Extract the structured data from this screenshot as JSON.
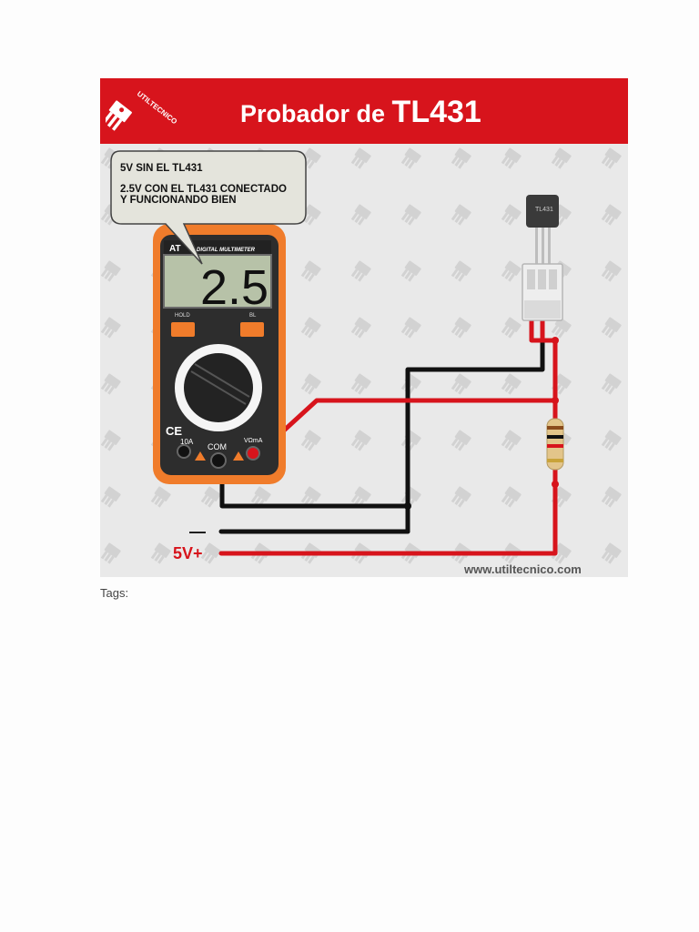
{
  "banner": {
    "title_prefix": "Probador de",
    "title_part": "TL431",
    "logo_text": "UTILTECNICO",
    "bg_color": "#d7141c"
  },
  "bubble": {
    "line1": "5V SIN EL TL431",
    "line2": "2.5V CON EL TL431 CONECTADO",
    "line3": "Y FUNCIONANDO BIEN"
  },
  "multimeter": {
    "brand": "AT",
    "model_label": "DIGITAL MULTIMETER",
    "display_value": "2.5",
    "hold_label": "HOLD",
    "bl_label": "BL",
    "com_label": "COM",
    "amp_label": "10A",
    "vohm_label": "VΩmA",
    "ce_label": "CE",
    "body_color": "#f07c2b"
  },
  "component": {
    "label": "TL431"
  },
  "supply": {
    "negative_label": "—",
    "positive_label": "5V+"
  },
  "watermark": {
    "url": "www.utiltecnico.com"
  },
  "footer": {
    "tags_label": "Tags:"
  },
  "colors": {
    "wire_red": "#d7141c",
    "wire_black": "#111111"
  }
}
